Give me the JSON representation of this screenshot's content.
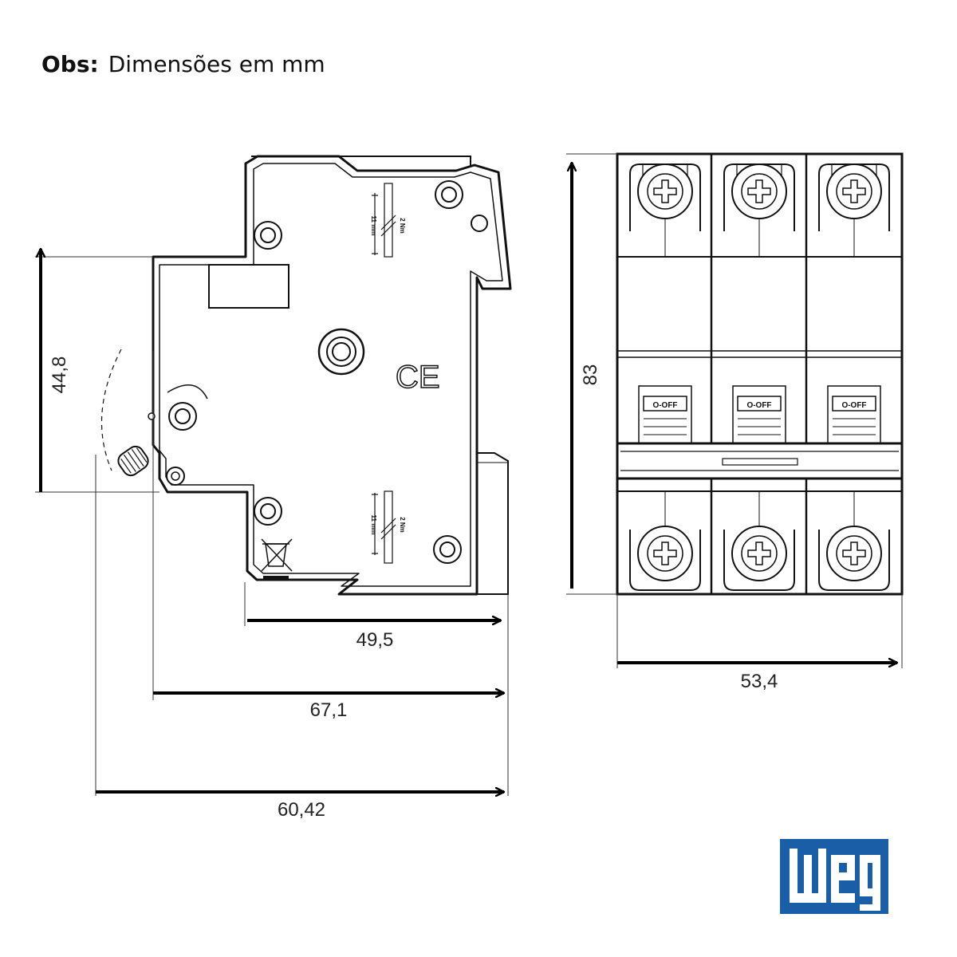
{
  "header": {
    "obs_label": "Obs:",
    "obs_text": "Dimensões em mm"
  },
  "side_view": {
    "torque_label": "2 Nm",
    "strip_label": "11 mm",
    "ce_mark": "CE"
  },
  "front_view": {
    "poles": 3,
    "switch_label": "O-OFF"
  },
  "dimensions": {
    "height_side": "44,8",
    "depth_body": "49,5",
    "depth_total": "67,1",
    "depth_lever": "60,42",
    "height_front": "83",
    "width_front": "53,4"
  },
  "brand": {
    "logo_text": "WEG",
    "color": "#1a5ea8"
  },
  "colors": {
    "line": "#111111",
    "dim_line": "#000000"
  }
}
